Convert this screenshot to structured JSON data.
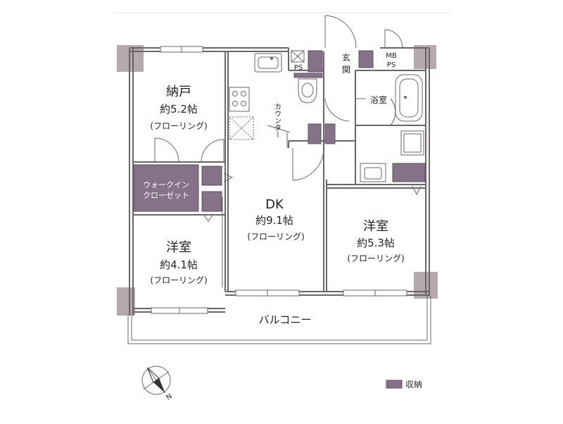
{
  "rooms": {
    "storage_room": {
      "name": "納戸",
      "size": "約5.2帖",
      "floor": "(フローリング)"
    },
    "western_small": {
      "name": "洋室",
      "size": "約4.1帖",
      "floor": "(フローリング)"
    },
    "dk": {
      "name": "DK",
      "size": "約9.1帖",
      "floor": "(フローリング)"
    },
    "western_large": {
      "name": "洋室",
      "size": "約5.3帖",
      "floor": "(フローリング)"
    },
    "bath": {
      "name": "浴室"
    },
    "entrance": {
      "name": "玄関"
    },
    "balcony": {
      "name": "バルコニー"
    }
  },
  "labels": {
    "walk_in_line1": "ウォークイン",
    "walk_in_line2": "クローゼット",
    "counter": "カウンター",
    "ps_left": "PS",
    "mb": "MB",
    "ps_right": "PS",
    "compass_n": "N"
  },
  "legend": {
    "label": "収納",
    "color": "#857188"
  },
  "colors": {
    "wall": "#6d6469",
    "column": "#b3a9ae",
    "storage": "#857188"
  }
}
